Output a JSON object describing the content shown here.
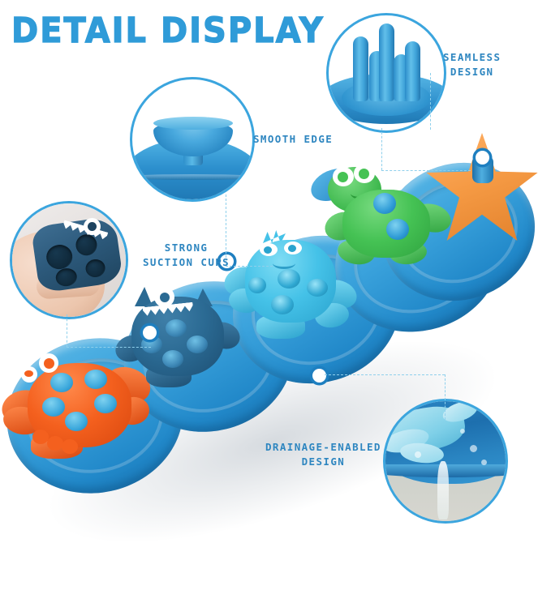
{
  "page": {
    "title": "DETAIL DISPLAY",
    "background_color": "#FFFFFF",
    "accent_color": "#2F9BD8",
    "label_color": "#2E86C0",
    "dash_color": "#8FD0EC"
  },
  "callouts": [
    {
      "id": "seamless-design",
      "label_lines": [
        "SEAMLESS",
        "DESIGN"
      ],
      "label_text": "SEAMLESS\nDESIGN",
      "inset": "five blue cylindrical pegs on a round molded base"
    },
    {
      "id": "smooth-edge",
      "label_lines": [
        "SMOOTH EDGE"
      ],
      "label_text": "SMOOTH EDGE",
      "inset": "close-up of a blue suction cup rising from the smooth mat edge"
    },
    {
      "id": "strong-suction-cups",
      "label_lines": [
        "STRONG",
        "SUCTION CUPS"
      ],
      "label_text": "STRONG\nSUCTION CUPS",
      "inset": "photo of a hand holding a dark blue shark toy showing the suction cups on its underside"
    },
    {
      "id": "drainage-enabled-design",
      "label_lines": [
        "DRAINAGE-ENABLED",
        "DESIGN"
      ],
      "label_text": "DRAINAGE-ENABLED\nDESIGN",
      "inset": "water draining off the edge of the blue bath mat"
    }
  ],
  "product": {
    "description": "wavy blue silicone bath toy mat with five stacking sea-creature toys",
    "mat_color": "#3AA2DC",
    "toys": [
      {
        "name": "crab",
        "color": "#F4601E",
        "peg_color": "#3CA8DC",
        "peg_count": 5
      },
      {
        "name": "shark",
        "color": "#2B6A93",
        "peg_color": "#3C86B5",
        "peg_count": 4
      },
      {
        "name": "octopus",
        "color": "#45C2E8",
        "peg_color": "#2FA8D2",
        "peg_count": 4
      },
      {
        "name": "turtle",
        "color": "#45C254",
        "peg_color": "#2E9BD6",
        "peg_count": 2
      },
      {
        "name": "starfish",
        "color": "#F59A44",
        "peg_color": "#2E8FCB",
        "peg_count": 1
      }
    ]
  }
}
